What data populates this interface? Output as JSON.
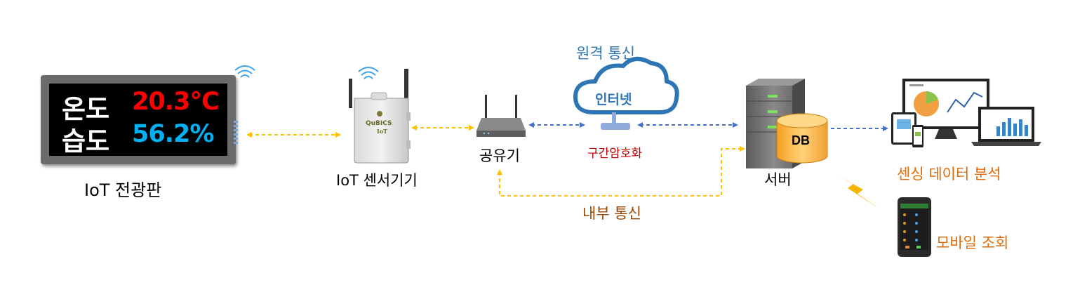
{
  "display_board": {
    "row1_label": "온도",
    "row1_value": "20.3℃",
    "row2_label": "습도",
    "row2_value": "56.2%",
    "caption": "IoT 전광판"
  },
  "sensor_device": {
    "brand": "QuBICS",
    "brand_sub": "IoT",
    "caption": "IoT 센서기기"
  },
  "router": {
    "caption": "공유기"
  },
  "cloud": {
    "title": "원격 통신",
    "label": "인터넷",
    "encryption_label": "구간암호화"
  },
  "server": {
    "caption": "서버",
    "db_label": "DB"
  },
  "internal_comm_label": "내부 통신",
  "analytics_caption": "센싱 데이터 분석",
  "mobile_caption": "모바일 조회",
  "colors": {
    "orange_text": "#e46c0a",
    "blue_text": "#2e75b6",
    "red_text": "#c00000",
    "yellow_arrow": "#ffc000",
    "blue_arrow": "#4472c4",
    "temp_red": "#ff0000",
    "humidity_cyan": "#00b0f0"
  }
}
